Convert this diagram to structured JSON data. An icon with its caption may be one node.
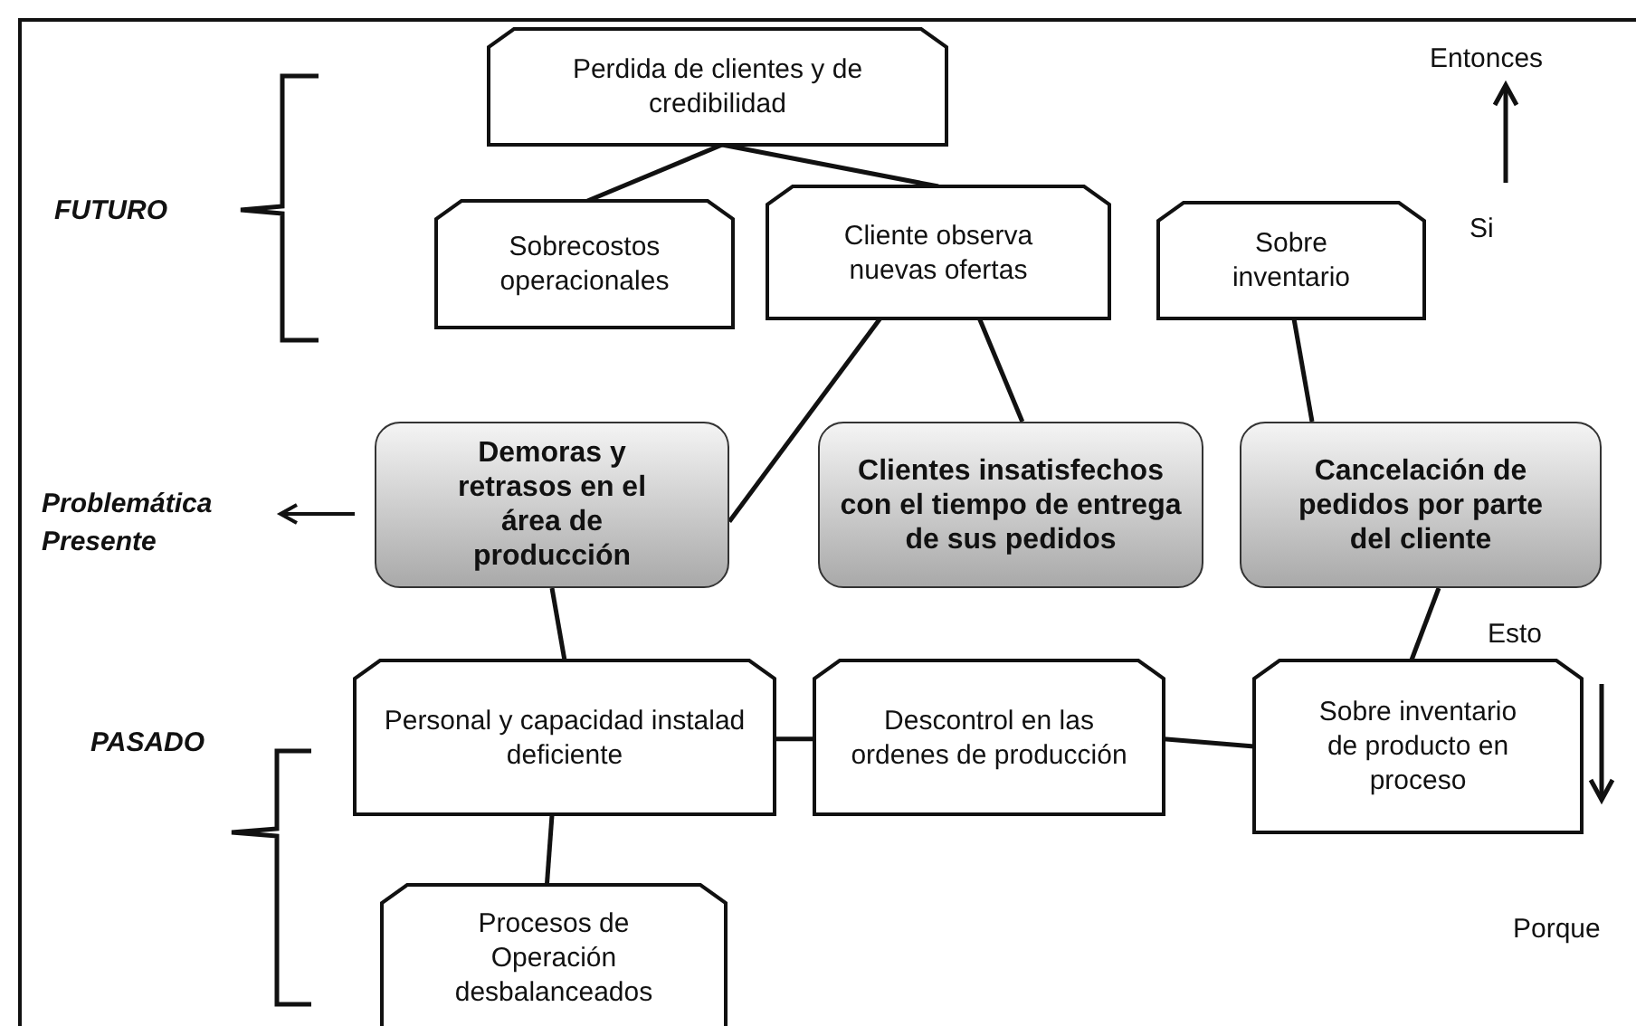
{
  "diagram": {
    "nodes": [
      {
        "text": [
          "Perdida de clientes y de credibilidad"
        ]
      },
      {
        "text": [
          "Sobrecostos operacionales"
        ]
      },
      {
        "text": [
          "Cliente observa nuevas  ofertas"
        ]
      },
      {
        "text": [
          "Sobre inventario"
        ]
      },
      {
        "text": [
          "Demoras y retrasos en el área de producción"
        ]
      },
      {
        "text": [
          "Clientes insatisfechos con el tiempo de entrega de sus pedidos"
        ]
      },
      {
        "text": [
          "Cancelación de pedidos por parte del cliente"
        ]
      },
      {
        "text": [
          "Personal y capacidad instalad deficiente"
        ]
      },
      {
        "text": [
          "Descontrol en las ordenes de producción"
        ]
      },
      {
        "text": [
          "Sobre inventario de producto en proceso"
        ]
      },
      {
        "text": [
          "Procesos de Operación desbalanceados"
        ]
      }
    ],
    "edges": [
      {
        "from": 0,
        "to": 1,
        "arrow": "none"
      },
      {
        "from": 0,
        "to": 2,
        "arrow": "none"
      },
      {
        "from": 2,
        "to": 4,
        "arrow": "none"
      },
      {
        "from": 2,
        "to": 5,
        "arrow": "none"
      },
      {
        "from": 3,
        "to": 6,
        "arrow": "none"
      },
      {
        "from": 4,
        "to": 7,
        "arrow": "none"
      },
      {
        "from": 7,
        "to": 10,
        "arrow": "none"
      },
      {
        "from": 7,
        "to": 8,
        "arrow": "none"
      },
      {
        "from": 8,
        "to": 9,
        "arrow": "none"
      },
      {
        "from": 9,
        "to": 6,
        "arrow": "none"
      }
    ],
    "labels": [
      "Entonces",
      "FUTURO",
      "Si",
      "Problemática Presente",
      "Esto",
      "PASADO",
      "Porque"
    ]
  }
}
